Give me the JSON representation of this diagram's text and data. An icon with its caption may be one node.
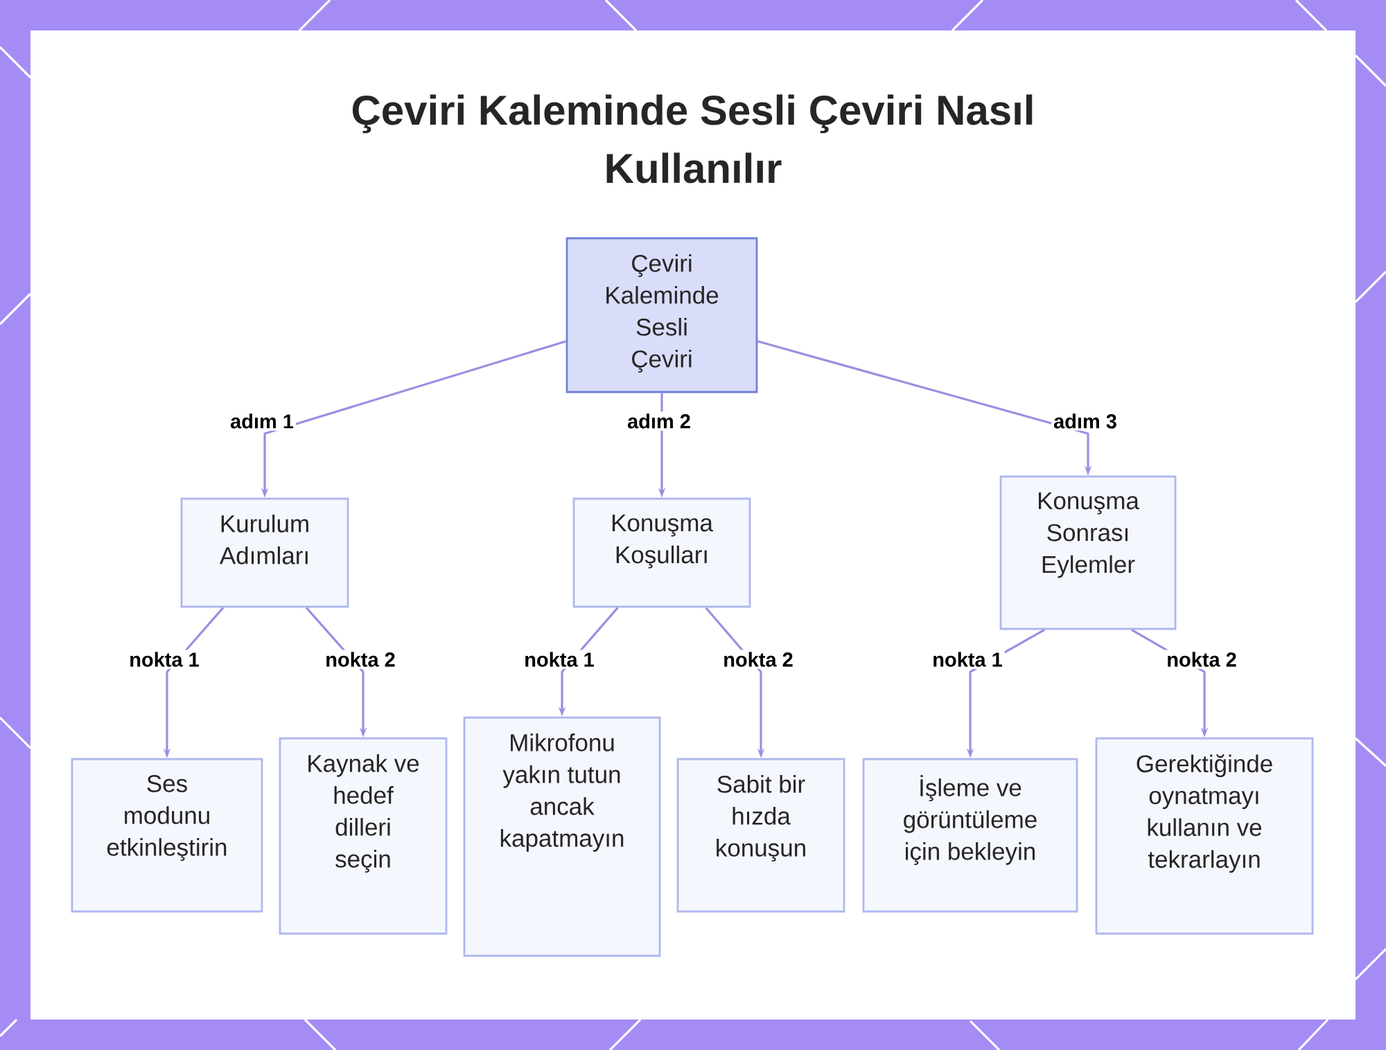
{
  "diagram": {
    "title": "Çeviri Kaleminde Sesli Çeviri Nasıl Kullanılır",
    "nodes": [
      {
        "text": [
          "Çeviri Kaleminde Sesli Çeviri"
        ]
      },
      {
        "text": [
          "Kurulum Adımları"
        ]
      },
      {
        "text": [
          "Konuşma Koşulları"
        ]
      },
      {
        "text": [
          "Konuşma Sonrası Eylemler"
        ]
      },
      {
        "text": [
          "Ses modunu etkinleştirin"
        ]
      },
      {
        "text": [
          "Kaynak ve hedef dilleri seçin"
        ]
      },
      {
        "text": [
          "Mikrofonu yakın tutun ancak kapatmayın"
        ]
      },
      {
        "text": [
          "Sabit bir hızda konuşun"
        ]
      },
      {
        "text": [
          "İşleme ve görüntüleme için bekleyin"
        ]
      },
      {
        "text": [
          "Gerektiğinde oynatmayı kullanın ve tekrarlayın"
        ]
      }
    ],
    "edges": [
      {
        "from": 0,
        "to": 1,
        "arrow": "to",
        "label": "adım 1"
      },
      {
        "from": 0,
        "to": 2,
        "arrow": "to",
        "label": "adım 2"
      },
      {
        "from": 0,
        "to": 3,
        "arrow": "to",
        "label": "adım 3"
      },
      {
        "from": 1,
        "to": 4,
        "arrow": "to",
        "label": "nokta 1"
      },
      {
        "from": 1,
        "to": 5,
        "arrow": "to",
        "label": "nokta 2"
      },
      {
        "from": 2,
        "to": 6,
        "arrow": "to",
        "label": "nokta 1"
      },
      {
        "from": 2,
        "to": 7,
        "arrow": "to",
        "label": "nokta 2"
      },
      {
        "from": 3,
        "to": 8,
        "arrow": "to",
        "label": "nokta 1"
      },
      {
        "from": 3,
        "to": 9,
        "arrow": "to",
        "label": "nokta 2"
      }
    ]
  }
}
